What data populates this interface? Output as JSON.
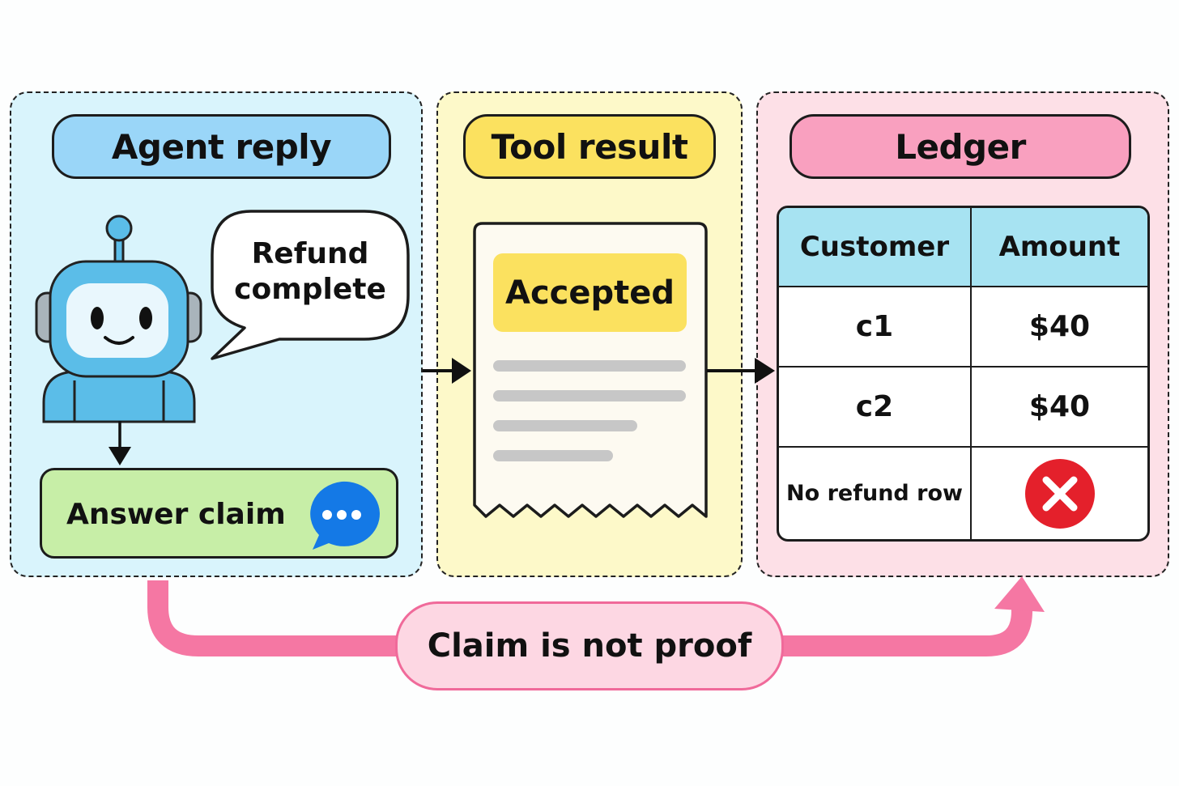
{
  "panels": {
    "agent": {
      "title": "Agent reply",
      "bubble_line1": "Refund",
      "bubble_line2": "complete",
      "answer_label": "Answer claim"
    },
    "tool": {
      "title": "Tool result",
      "status": "Accepted"
    },
    "ledger": {
      "title": "Ledger",
      "headers": [
        "Customer",
        "Amount"
      ],
      "rows": [
        {
          "customer": "c1",
          "amount": "$40"
        },
        {
          "customer": "c2",
          "amount": "$40"
        }
      ],
      "missing_label": "No refund row"
    }
  },
  "footer": {
    "label": "Claim is not proof"
  },
  "colors": {
    "agent_bg": "#d9f4fc",
    "tool_bg": "#fdf9c9",
    "ledger_bg": "#fde0e7",
    "flow_pink": "#f577a3",
    "error_red": "#e4202b",
    "chat_blue": "#1479e6"
  }
}
